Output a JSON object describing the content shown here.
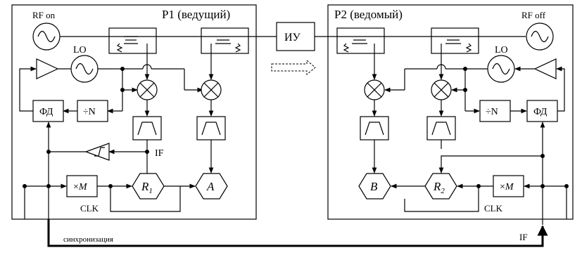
{
  "p1": {
    "title": "P1 (ведущий)",
    "rf": "RF on",
    "lo": "LO",
    "div": "÷N",
    "fd": "ФД",
    "mul": "×M",
    "r": "R",
    "r_sub": "1",
    "a": "A",
    "if": "IF",
    "clk": "CLK"
  },
  "iu": "ИУ",
  "p2": {
    "title": "P2 (ведомый)",
    "rf": "RF off",
    "lo": "LO",
    "div": "÷N",
    "fd": "ФД",
    "mul": "×M",
    "r": "R",
    "r_sub": "2",
    "b": "B",
    "clk": "CLK"
  },
  "sync": "синхронизация",
  "if_bottom": "IF"
}
